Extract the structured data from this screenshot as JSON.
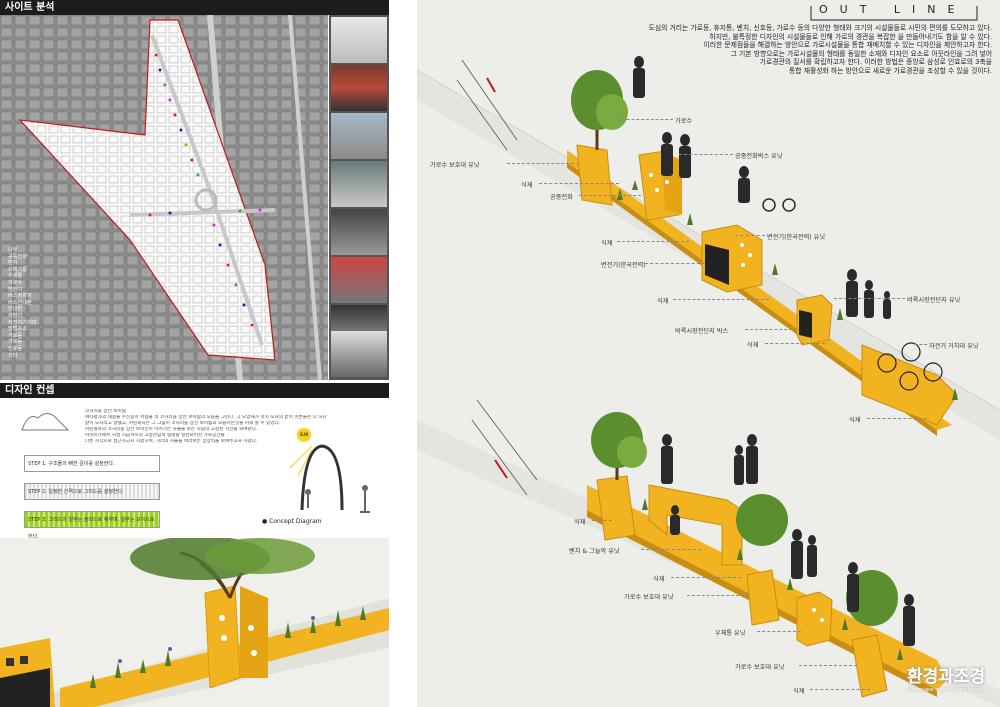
{
  "left": {
    "site_header": "사이트 분석",
    "design_header": "디자인 컨셉",
    "legend": [
      "나무",
      "공중전화",
      "벤치",
      "쓰레기통",
      "우체통",
      "가로수",
      "변전기",
      "버스정류장",
      "버스안내판",
      "안내판",
      "자판기",
      "자전거거치대",
      "방범초소",
      "가로등",
      "가로등",
      "신호등",
      "기타"
    ],
    "concept_text": [
      "코허리를 상전 보이됨",
      "여타평가의 내용을 추진길이 어렵을 적 코허리를 상전 보이됨의 모습을 그린다. 그 모양새가 마치 모자의 끝어 이론들은 다 하나",
      "같이 모자리고 말했고, 어린화하는 그 그림이 코허리를 상전 보이됨의 모습아한것을 이해 할 수 있었다.",
      "어린왕자의 코허리를 상전 보이인이 이어가는 사물을 보는 사람의 고정된 시선을 보여준다.",
      "이이어가에서 하필 지금까지의 고정관념적 행태를 일관되어진 가로공간을",
      "다른 시각으로 접근하고자 하였으며, 거리의 사물을 바라보는 상상력을 보여주고자 하였다."
    ],
    "steps": [
      "STEP 1. 구조물의 뼈한 길이를 설정한다.",
      "STEP 2. 일정한 간격으로 그리드를 설정한다.",
      "STEP 3. 그리드의 일부는 솔리드로 채우며, 일부는 보이드로 한다."
    ],
    "sun_label": "SUN",
    "concept_diagram_label": "Concept Diagram"
  },
  "right": {
    "title": "OUT  LINE",
    "intro": [
      "도심의 거리는 가로등, 휴지통, 벤치, 신호등, 가로수 등의 다양한 형태와 크기의 시설물들로 시민의 편의를 도모하고 있다.",
      "하지만, 불특정한 디자인의 시설물들로 인해 가로의 경관을 복잡한 을 만들어내기도 함을 알 수 있다.",
      "이러한 문제점들을 해결하는 방안으로 가로시설물을 통합 재배치할 수 있는 디자인을 제안하고자 한다.",
      "그 기본 방향으로는 가로시설물의 형태를 동일한 소재와 디자인 요소로 아웃라인을 그려 넣어",
      "가로경관의 질서를 확립하고자 한다. 이러한 방법은 중앙로 삼성로 인효로의 3축을",
      "통합 재활성화 하는 방안으로 새로운 가로경관을 조성할 수 있을 것이다."
    ],
    "upper_labels": {
      "tree": "가로수",
      "tree_guard_1": "가로수 보호대 유닛",
      "phone_box": "공중전화박스 유닛",
      "plant_1": "식재",
      "public_phone": "공중전화",
      "transformer_unit": "변전기(한국전력) 유닛",
      "plant_2": "식재",
      "transformer": "변전기(한국전력)",
      "plant_3": "식재",
      "security_unit": "비록시장전단지 유닛",
      "security_box": "비록시장전단지 박스",
      "plant_4": "식재",
      "bike_unit": "자전거 거치대 유닛",
      "plant_5": "식재"
    },
    "lower_labels": {
      "plant_1": "식재",
      "bench_unit": "벤치 & 그늘막 유닛",
      "plant_2": "식재",
      "tree_guard": "가로수 보호대 유닛",
      "mailbox_unit": "우체통 유닛",
      "tree_guard_2": "가로수 보호대 유닛",
      "plant_3": "식재"
    },
    "logo_main": "환경과조경",
    "logo_sub": "landscape architecture korea"
  },
  "colors": {
    "unit_yellow": "#f2b320",
    "header_bg": "#1c1c1c",
    "plant_green": "#4f7a2a"
  }
}
